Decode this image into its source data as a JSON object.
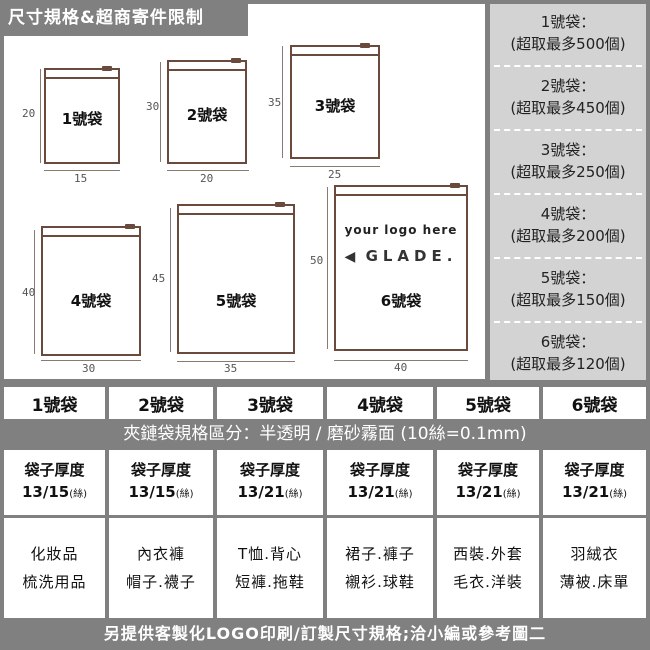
{
  "header": {
    "title": "尺寸規格&超商寄件限制"
  },
  "bags": [
    {
      "label": "1號袋",
      "height": "20",
      "width": "15"
    },
    {
      "label": "2號袋",
      "height": "30",
      "width": "20"
    },
    {
      "label": "3號袋",
      "height": "35",
      "width": "25"
    },
    {
      "label": "4號袋",
      "height": "40",
      "width": "30"
    },
    {
      "label": "5號袋",
      "height": "45",
      "width": "35"
    },
    {
      "label": "6號袋",
      "height": "50",
      "width": "40",
      "logo_hint": "your logo here",
      "brand": "GLADE."
    }
  ],
  "limits": [
    {
      "name": "1號袋：",
      "max": "(超取最多500個)"
    },
    {
      "name": "2號袋：",
      "max": "(超取最多450個)"
    },
    {
      "name": "3號袋：",
      "max": "(超取最多250個)"
    },
    {
      "name": "4號袋：",
      "max": "(超取最多200個)"
    },
    {
      "name": "5號袋：",
      "max": "(超取最多150個)"
    },
    {
      "name": "6號袋：",
      "max": "(超取最多120個)"
    }
  ],
  "table": {
    "headers": [
      "1號袋",
      "2號袋",
      "3號袋",
      "4號袋",
      "5號袋",
      "6號袋"
    ],
    "spec_banner": "夾鏈袋規格區分：半透明 / 磨砂霧面  (10絲=0.1mm)",
    "thickness_label": "袋子厚度",
    "thickness_unit": "(絲)",
    "thickness": [
      "13/15",
      "13/15",
      "13/21",
      "13/21",
      "13/21",
      "13/21"
    ],
    "uses": [
      [
        "化妝品",
        "梳洗用品"
      ],
      [
        "內衣褲",
        "帽子.襪子"
      ],
      [
        "T恤.背心",
        "短褲.拖鞋"
      ],
      [
        "裙子.褲子",
        "襯衫.球鞋"
      ],
      [
        "西裝.外套",
        "毛衣.洋裝"
      ],
      [
        "羽絨衣",
        "薄被.床單"
      ]
    ]
  },
  "footer": {
    "text": "另提供客製化LOGO印刷/訂製尺寸規格;洽小編或參考圖二"
  },
  "colors": {
    "gray_bg": "#808080",
    "panel_light": "#d3d3d3",
    "bag_outline": "#6b4a3e",
    "white": "#ffffff"
  }
}
